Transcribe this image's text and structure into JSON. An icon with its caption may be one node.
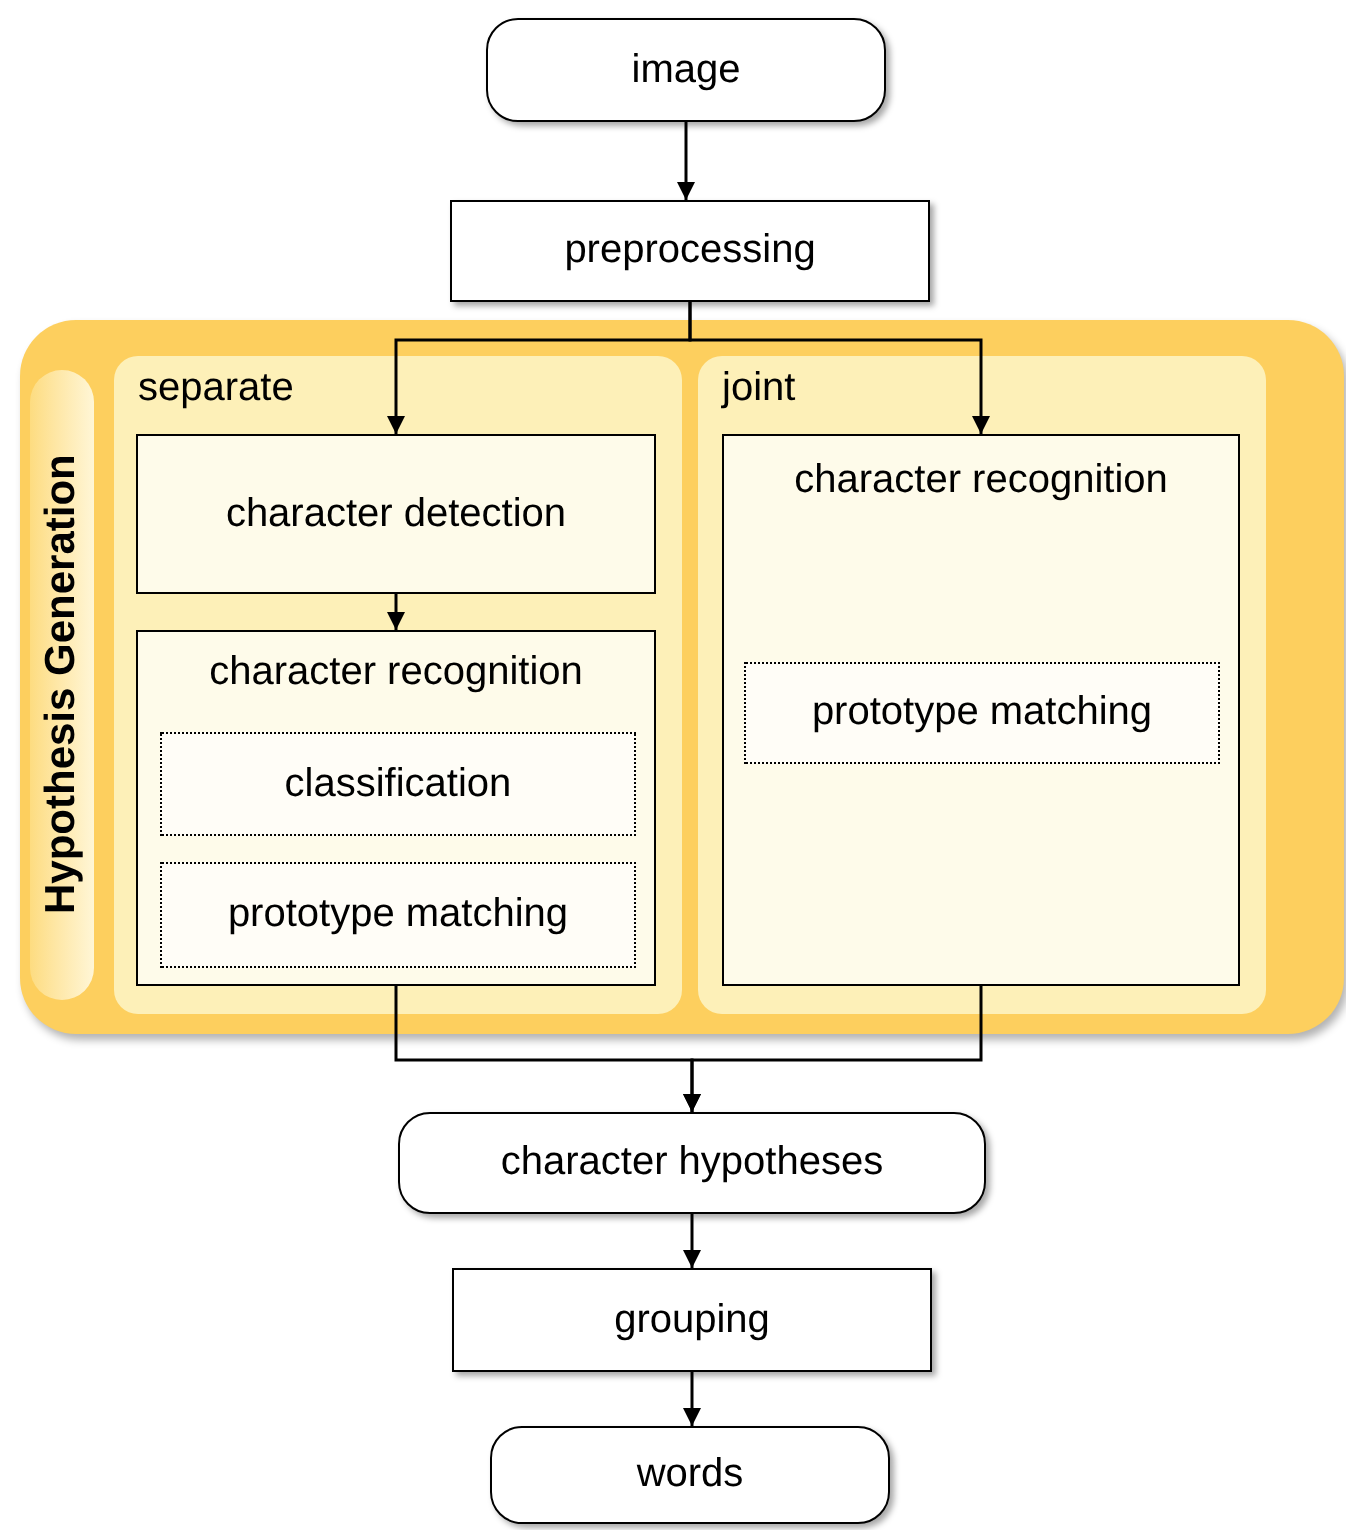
{
  "diagram": {
    "nodes": [
      {
        "text": [
          "image"
        ]
      },
      {
        "text": [
          "preprocessing"
        ]
      },
      {
        "text": [
          "Hypothesis Generation"
        ]
      },
      {
        "text": [
          "separate"
        ],
        "in": 2
      },
      {
        "text": [
          "character detection"
        ],
        "in": 3
      },
      {
        "text": [
          "character recognition"
        ],
        "in": 3
      },
      {
        "text": [
          "classification"
        ],
        "in": 5
      },
      {
        "text": [
          "prototype matching"
        ],
        "in": 5
      },
      {
        "text": [
          "joint"
        ],
        "in": 2
      },
      {
        "text": [
          "character recognition"
        ],
        "in": 8
      },
      {
        "text": [
          "prototype matching"
        ],
        "in": 9
      },
      {
        "text": [
          "character hypotheses"
        ]
      },
      {
        "text": [
          "grouping"
        ]
      },
      {
        "text": [
          "words"
        ]
      }
    ],
    "edges": [
      {
        "from": 0,
        "to": 1,
        "arrow": "to"
      },
      {
        "from": 1,
        "to": 4,
        "arrow": "to"
      },
      {
        "from": 1,
        "to": 9,
        "arrow": "to"
      },
      {
        "from": 4,
        "to": 5,
        "arrow": "to"
      },
      {
        "from": 5,
        "to": 11,
        "arrow": "to"
      },
      {
        "from": 9,
        "to": 11,
        "arrow": "to"
      },
      {
        "from": 11,
        "to": 12,
        "arrow": "to"
      },
      {
        "from": 12,
        "to": 13,
        "arrow": "to"
      }
    ]
  }
}
